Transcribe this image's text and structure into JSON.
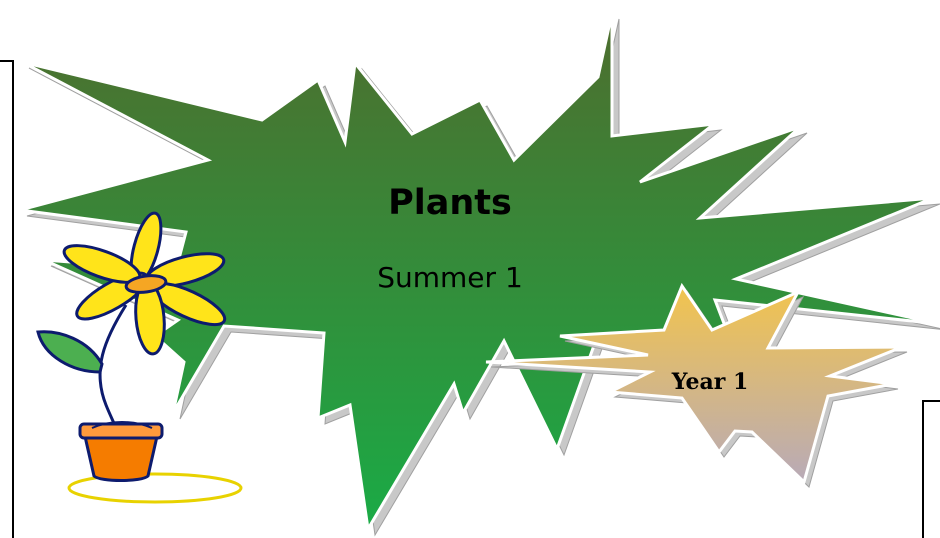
{
  "banner": {
    "title": "Plants",
    "subtitle": "Summer 1"
  },
  "badge": {
    "label": "Year 1"
  },
  "colors": {
    "banner_dark": "#4e6d2e",
    "banner_light": "#1aab46",
    "badge_top": "#f2c44d",
    "badge_bottom": "#b8aab8",
    "petal": "#ffe41a",
    "flower_center": "#f5a623",
    "leaf": "#4caf50",
    "pot": "#f57c00"
  }
}
